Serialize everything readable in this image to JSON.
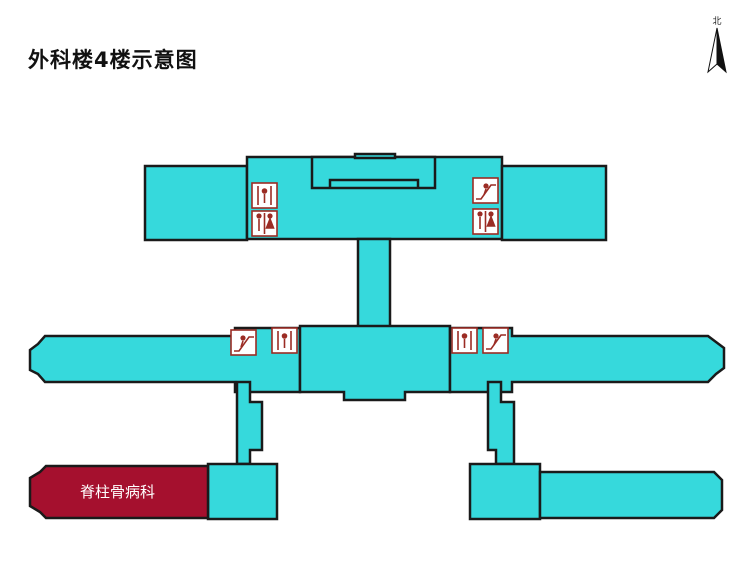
{
  "title": "外科楼4楼示意图",
  "compass": {
    "label": "北",
    "icon": "north-arrow-icon"
  },
  "colors": {
    "floor": "#36d9dc",
    "outline": "#1a1a1a",
    "highlight": "#a5102e",
    "facility_icon": "#9b2c24"
  },
  "departments": [
    {
      "name": "脊柱骨病科",
      "highlighted": true
    }
  ],
  "facilities": [
    {
      "type": "elevator",
      "icon": "elevator-icon"
    },
    {
      "type": "restroom",
      "icon": "restroom-icon"
    },
    {
      "type": "escalator",
      "icon": "escalator-icon"
    }
  ]
}
